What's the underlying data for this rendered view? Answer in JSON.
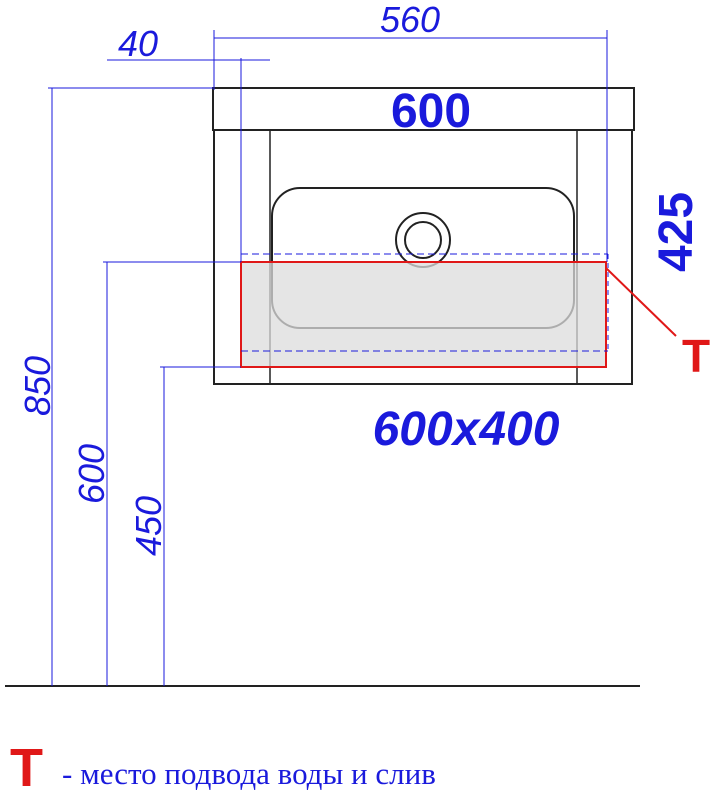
{
  "colors": {
    "dimension": "#1a1adc",
    "marker": "#e01818",
    "outline": "#222222",
    "connection_fill": "#dcdcdc"
  },
  "dimensions": {
    "top_width": "560",
    "leg_offset": "40",
    "countertop_width": "600",
    "cabinet_height": "425",
    "basin_size": "600x400",
    "total_height": "850",
    "water_height": "600",
    "drain_height": "450"
  },
  "marker": {
    "symbol": "T"
  },
  "legend": {
    "symbol": "T",
    "text": "- место подвода воды и слив"
  }
}
